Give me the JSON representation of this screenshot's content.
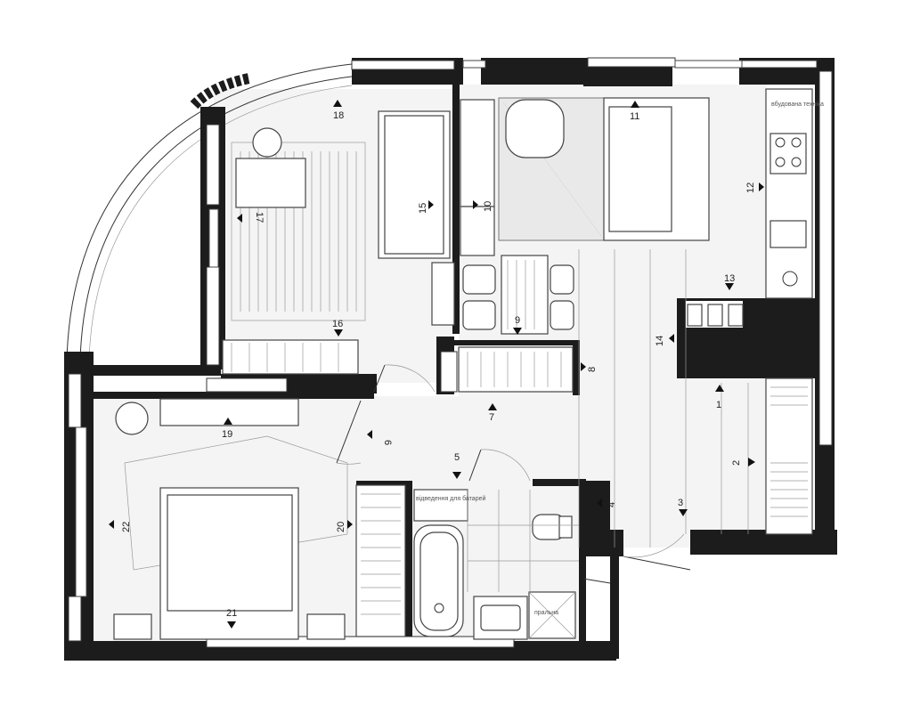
{
  "markers": [
    {
      "id": "m1",
      "label": "1"
    },
    {
      "id": "m2",
      "label": "2"
    },
    {
      "id": "m3",
      "label": "3"
    },
    {
      "id": "m4",
      "label": "4"
    },
    {
      "id": "m5",
      "label": "5"
    },
    {
      "id": "m6",
      "label": "6"
    },
    {
      "id": "m7",
      "label": "7"
    },
    {
      "id": "m8",
      "label": "8"
    },
    {
      "id": "m9",
      "label": "9"
    },
    {
      "id": "m10",
      "label": "10"
    },
    {
      "id": "m11",
      "label": "11"
    },
    {
      "id": "m12",
      "label": "12"
    },
    {
      "id": "m13",
      "label": "13"
    },
    {
      "id": "m14",
      "label": "14"
    },
    {
      "id": "m15",
      "label": "15"
    },
    {
      "id": "m16",
      "label": "16"
    },
    {
      "id": "m17",
      "label": "17"
    },
    {
      "id": "m18",
      "label": "18"
    },
    {
      "id": "m19",
      "label": "19"
    },
    {
      "id": "m20",
      "label": "20"
    },
    {
      "id": "m21",
      "label": "21"
    },
    {
      "id": "m22",
      "label": "22"
    }
  ],
  "notes": {
    "appliances": "вбудована техніка",
    "bath_note": "відведення для батарей",
    "shower_note": "пральна"
  },
  "colors": {
    "wall": "#1c1c1c",
    "floor": "#f4f4f4",
    "line": "#333333"
  }
}
